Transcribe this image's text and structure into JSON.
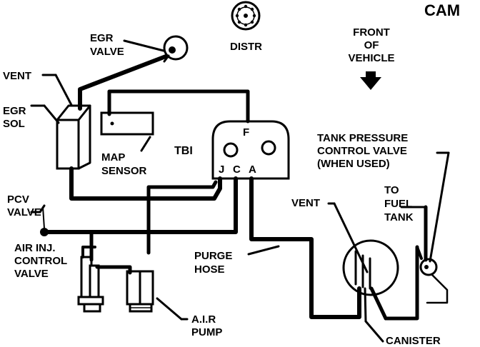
{
  "diagram": {
    "code": "CAM",
    "distributor": "DISTR",
    "front_of_vehicle": [
      "FRONT",
      "OF",
      "VEHICLE"
    ],
    "egr_valve": [
      "EGR",
      "VALVE"
    ],
    "vent_top": "VENT",
    "egr_sol": [
      "EGR",
      "SOL"
    ],
    "map_sensor": [
      "MAP",
      "SENSOR"
    ],
    "tbi": "TBI",
    "tbi_port_f": "F",
    "tbi_port_j": "J",
    "tbi_port_c": "C",
    "tbi_port_a": "A",
    "tank_pressure_valve": [
      "TANK PRESSURE",
      "CONTROL VALVE",
      "(WHEN USED)"
    ],
    "to_fuel_tank": [
      "TO",
      "FUEL",
      "TANK"
    ],
    "pcv_valve": [
      "PCV",
      "VALVE"
    ],
    "vent_canister": "VENT",
    "air_inj_valve": [
      "AIR INJ.",
      "CONTROL",
      "VALVE"
    ],
    "purge_hose": [
      "PURGE",
      "HOSE"
    ],
    "air_pump": [
      "A.I.R",
      "PUMP"
    ],
    "canister": "CANISTER"
  }
}
